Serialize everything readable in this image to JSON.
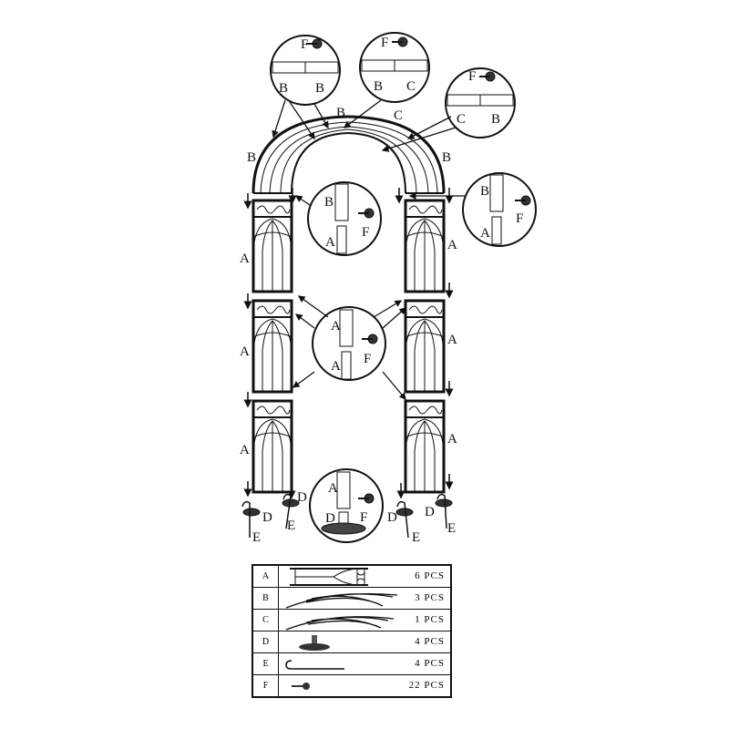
{
  "diagram": {
    "arch_labels": {
      "top_b": "B",
      "top_c": "C",
      "left_b": "B",
      "right_b": "B"
    },
    "panel_labels_left": [
      "A",
      "A",
      "A"
    ],
    "panel_labels_right": [
      "A",
      "A",
      "A"
    ],
    "base_labels": [
      "D",
      "E",
      "D",
      "E",
      "D",
      "E",
      "D",
      "E"
    ],
    "callouts": [
      {
        "screw": "F",
        "from": "B",
        "to": "B"
      },
      {
        "screw": "F",
        "from": "B",
        "to": "C"
      },
      {
        "screw": "F",
        "from": "C",
        "to": "B"
      },
      {
        "upper": "B",
        "lower": "A",
        "screw": "F"
      },
      {
        "upper": "B",
        "lower": "A",
        "screw": "F"
      },
      {
        "upper": "A",
        "lower": "A",
        "screw": "F"
      },
      {
        "upper": "A",
        "lower": "D",
        "screw": "F"
      }
    ]
  },
  "parts_table": {
    "rows": [
      {
        "key": "A",
        "qty": "6  PCS",
        "icon": "panel-icon"
      },
      {
        "key": "B",
        "qty": "3  PCS",
        "icon": "arch-bar-icon"
      },
      {
        "key": "C",
        "qty": "1  PCS",
        "icon": "arch-bar-icon"
      },
      {
        "key": "D",
        "qty": "4  PCS",
        "icon": "base-plate-icon"
      },
      {
        "key": "E",
        "qty": "4  PCS",
        "icon": "ground-stake-icon"
      },
      {
        "key": "F",
        "qty": "22  PCS",
        "icon": "screw-icon"
      }
    ]
  }
}
